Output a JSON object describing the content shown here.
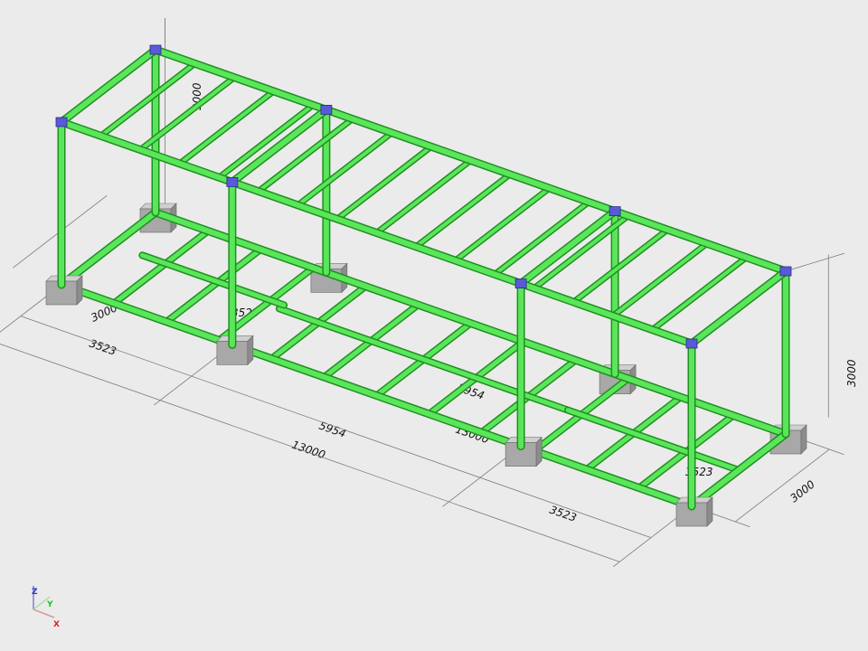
{
  "model": {
    "length_mm": 13000,
    "width_mm": 3000,
    "height_mm": 3000,
    "column_positions_mm": [
      0,
      3523,
      9477,
      13000
    ],
    "colors": {
      "beam": "#5ae65a",
      "beam_edge": "#1f8f1f",
      "joint": "#5a5ad8",
      "footing": "#a8a8a8",
      "background": "#ebebeb"
    }
  },
  "dimensions": {
    "height_left": "3000",
    "width_left": "3000",
    "bay_left": "3523",
    "bay_middle": "5954",
    "total_length": "13000",
    "bay_right": "3523",
    "height_right": "3000",
    "width_right": "3000",
    "hidden_bay_left": "3523",
    "hidden_bay_middle": "5954",
    "hidden_total": "13000",
    "hidden_bay_right": "3523"
  },
  "axes": {
    "z": "Z",
    "y": "Y",
    "x": "X"
  }
}
